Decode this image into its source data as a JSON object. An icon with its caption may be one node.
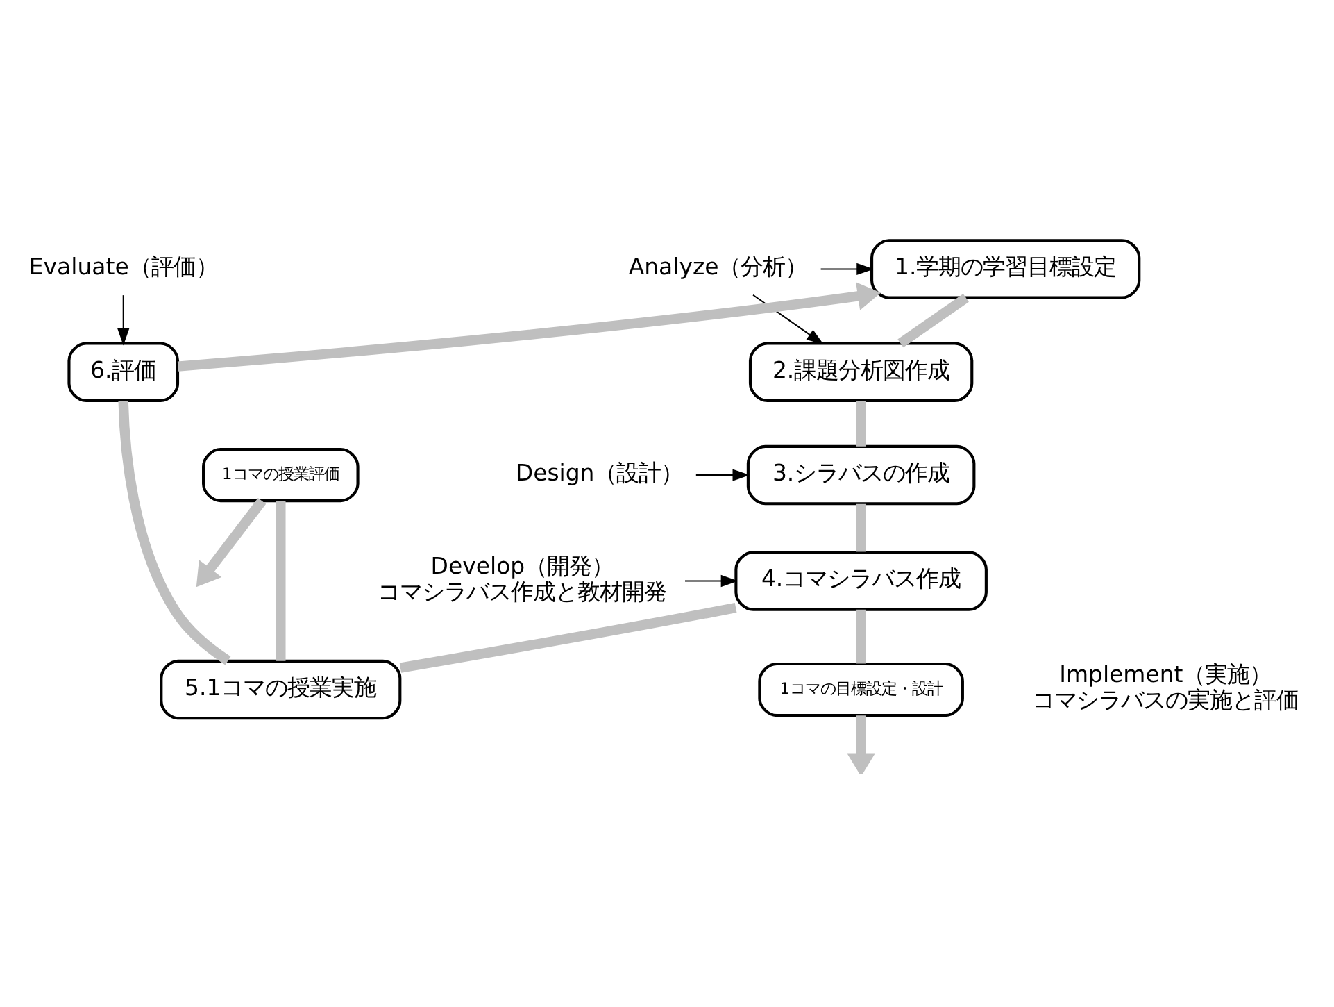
{
  "diagram": {
    "nodes": [
      {
        "text": [
          "Evaluate（評価）"
        ]
      },
      {
        "text": [
          "1.学期の学習目標設定"
        ]
      },
      {
        "text": [
          "Analyze（分析）"
        ]
      },
      {
        "text": [
          "6.評価"
        ]
      },
      {
        "text": [
          "2.課題分析図作成"
        ]
      },
      {
        "text": [
          "1コマの授業評価"
        ]
      },
      {
        "text": [
          "3.シラバスの作成"
        ]
      },
      {
        "text": [
          "Design（設計）"
        ]
      },
      {
        "text": [
          "1コマの目標設定・設計"
        ]
      },
      {
        "text": [
          "5.1コマの授業実施"
        ]
      },
      {
        "text": [
          "Implement（実施）",
          "コマシラバスの実施と評価"
        ]
      },
      {
        "text": [
          "4.コマシラバス作成"
        ]
      },
      {
        "text": [
          "Develop（開発）",
          "コマシラバス作成と教材開発"
        ]
      }
    ],
    "edges": [
      {
        "from": 2,
        "to": 1,
        "arrow": "to",
        "color": "#000000"
      },
      {
        "from": 2,
        "to": 4,
        "arrow": "to",
        "color": "#000000"
      },
      {
        "from": 0,
        "to": 3,
        "arrow": "to",
        "color": "#000000"
      },
      {
        "from": 7,
        "to": 6,
        "arrow": "to",
        "color": "#000000"
      },
      {
        "from": 12,
        "to": 11,
        "arrow": "to",
        "color": "#000000"
      },
      {
        "from": 1,
        "to": 4,
        "arrow": "none"
      },
      {
        "from": 4,
        "to": 6,
        "arrow": "none"
      },
      {
        "from": 6,
        "to": 11,
        "arrow": "none"
      },
      {
        "from": 11,
        "to": 9,
        "arrow": "none"
      },
      {
        "from": 9,
        "to": 3,
        "arrow": "none"
      },
      {
        "from": 3,
        "to": 1,
        "arrow": "to"
      },
      {
        "from": 11,
        "to": 8,
        "arrow": "none"
      },
      {
        "from": 8,
        "to": null,
        "arrow": "to"
      },
      {
        "from": 9,
        "to": 5,
        "arrow": "none"
      },
      {
        "from": 5,
        "to": null,
        "arrow": "to"
      }
    ]
  }
}
